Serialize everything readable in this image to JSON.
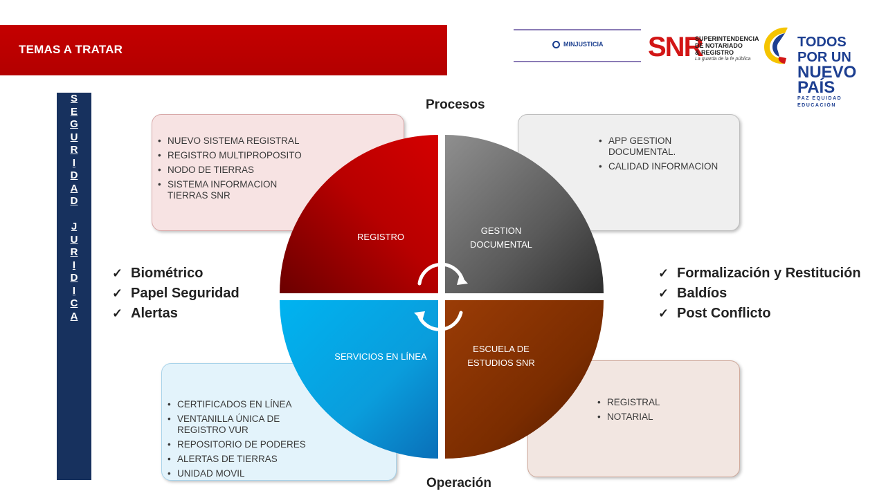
{
  "header": {
    "title": "TEMAS A TRATAR"
  },
  "logos": {
    "minjusticia": "MINJUSTICIA",
    "snr": "SNR",
    "snr_line1": "SUPERINTENDENCIA",
    "snr_line2": "DE NOTARIADO",
    "snr_line3": "& REGISTRO",
    "snr_tagline": "La guarda de la fe pública",
    "tpun_line1": "TODOS POR UN",
    "tpun_line2": "NUEVO PAÍS",
    "tpun_line3": "PAZ  EQUIDAD  EDUCACIÓN"
  },
  "side_band": {
    "letters": [
      "S",
      "E",
      "G",
      "U",
      "R",
      "I",
      "D",
      "A",
      "D",
      "",
      "J",
      "U",
      "R",
      "I",
      "D",
      "I",
      "C",
      "A"
    ]
  },
  "labels": {
    "top": "Procesos",
    "bottom": "Operación"
  },
  "quadrants": {
    "registro": {
      "label": "REGISTRO",
      "items": [
        "NUEVO SISTEMA REGISTRAL",
        "REGISTRO MULTIPROPOSITO",
        "NODO DE TIERRAS",
        "SISTEMA INFORMACION TIERRAS SNR"
      ]
    },
    "gestion": {
      "label_line1": "GESTION",
      "label_line2": "DOCUMENTAL",
      "items": [
        "APP GESTION DOCUMENTAL.",
        "CALIDAD INFORMACION"
      ]
    },
    "servicios": {
      "label": "SERVICIOS EN LÍNEA",
      "items": [
        "CERTIFICADOS EN LÍNEA",
        "VENTANILLA ÚNICA DE REGISTRO VUR",
        "REPOSITORIO DE PODERES",
        "ALERTAS DE TIERRAS",
        "UNIDAD MOVIL"
      ]
    },
    "escuela": {
      "label_line1": "ESCUELA DE",
      "label_line2": "ESTUDIOS SNR",
      "items": [
        "REGISTRAL",
        "NOTARIAL"
      ]
    }
  },
  "checks_left": [
    "Biométrico",
    "Papel Seguridad",
    "Alertas"
  ],
  "checks_right": [
    "Formalización y Restitución",
    "Baldíos",
    "Post Conflicto"
  ],
  "colors": {
    "header_red": "#c40000",
    "band_navy": "#17315e",
    "registro": "#b30000",
    "gestion": "#6a6a6a",
    "servicios": "#0ea5e0",
    "escuela": "#7a2c00"
  }
}
